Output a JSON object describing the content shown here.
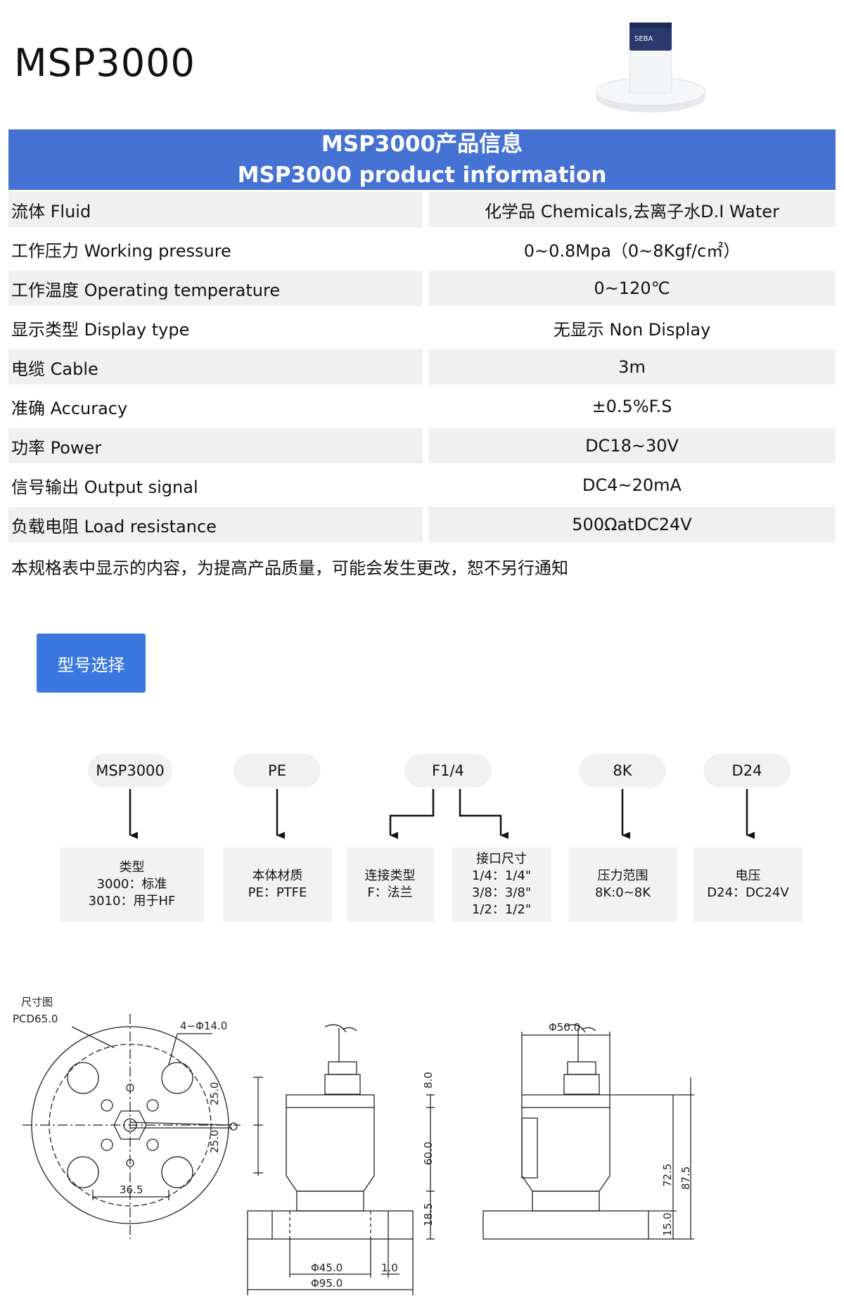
{
  "title": "MSP3000",
  "product_photo": {
    "brand_text": "SEBA"
  },
  "spec": {
    "header_cn": "MSP3000产品信息",
    "header_en": "MSP3000 product information",
    "rows": [
      {
        "label": "流体 Fluid",
        "value": "化学品 Chemicals,去离子水D.I Water"
      },
      {
        "label": "工作压力 Working pressure",
        "value": "0~0.8Mpa（0~8Kgf/c㎡）"
      },
      {
        "label": "工作温度 Operating temperature",
        "value": "0~120℃"
      },
      {
        "label": "显示类型 Display type",
        "value": "无显示 Non Display"
      },
      {
        "label": "电缆 Cable",
        "value": "3m"
      },
      {
        "label": "准确 Accuracy",
        "value": "±0.5%F.S"
      },
      {
        "label": "功率 Power",
        "value": "DC18~30V"
      },
      {
        "label": "信号输出 Output signal",
        "value": "DC4~20mA"
      },
      {
        "label": "负载电阻 Load resistance",
        "value": "500ΩatDC24V"
      }
    ],
    "note": "本规格表中显示的内容，为提高产品质量，可能会发生更改，恕不另行通知"
  },
  "model_button": "型号选择",
  "model_codes": [
    "MSP3000",
    "PE",
    "F1/4",
    "8K",
    "D24"
  ],
  "model_descriptions": [
    [
      "类型",
      "3000：标准",
      "3010：用于HF"
    ],
    [
      "本体材质",
      "PE：PTFE"
    ],
    [
      "连接类型",
      "F：法兰"
    ],
    [
      "接口尺寸",
      "1/4：1/4\"",
      "3/8：3/8\"",
      "1/2：1/2\""
    ],
    [
      "压力范围",
      "8K:0~8K"
    ],
    [
      "电压",
      "D24：DC24V"
    ]
  ],
  "dimensions": {
    "title": "尺寸图",
    "pcd": "PCD65.0",
    "holes": "4−Φ14.0",
    "d25a": "25.0",
    "d25b": "25.0",
    "d365": "36.5",
    "d8": "8.0",
    "d60": "60.0",
    "d185": "18.5",
    "d45": "Φ45.0",
    "d95": "Φ95.0",
    "d10": "1.0",
    "d50": "Φ50.0",
    "d725": "72.5",
    "d875": "87.5",
    "d15": "15.0"
  },
  "colors": {
    "header_blue": "#4672d4",
    "button_blue": "#3a78e0",
    "row_shade": "#f0f0f0"
  }
}
